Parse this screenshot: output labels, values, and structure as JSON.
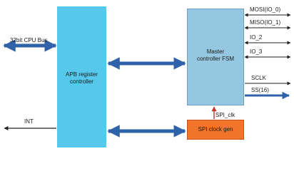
{
  "blocks": {
    "apb": {
      "line1": "APB register",
      "line2": "controller",
      "color": "#55c8ec"
    },
    "fsm": {
      "line1": "Master",
      "line2": "controller FSM",
      "color": "#95c7e0"
    },
    "clkgen": {
      "label": "SPI clock gen",
      "color": "#f1742a"
    }
  },
  "signals": {
    "cpu_bus": "32bit CPU Bus",
    "int": "INT",
    "spi_clk": "SPI_clk",
    "outputs": [
      "MOSI(IO_0)",
      "MISO(IO_1)",
      "IO_2",
      "IO_3",
      "SCLK",
      "SS(16)"
    ]
  },
  "colors": {
    "bus": "#2f62a8",
    "line": "#222222",
    "clk_arrow": "#c0392b"
  }
}
